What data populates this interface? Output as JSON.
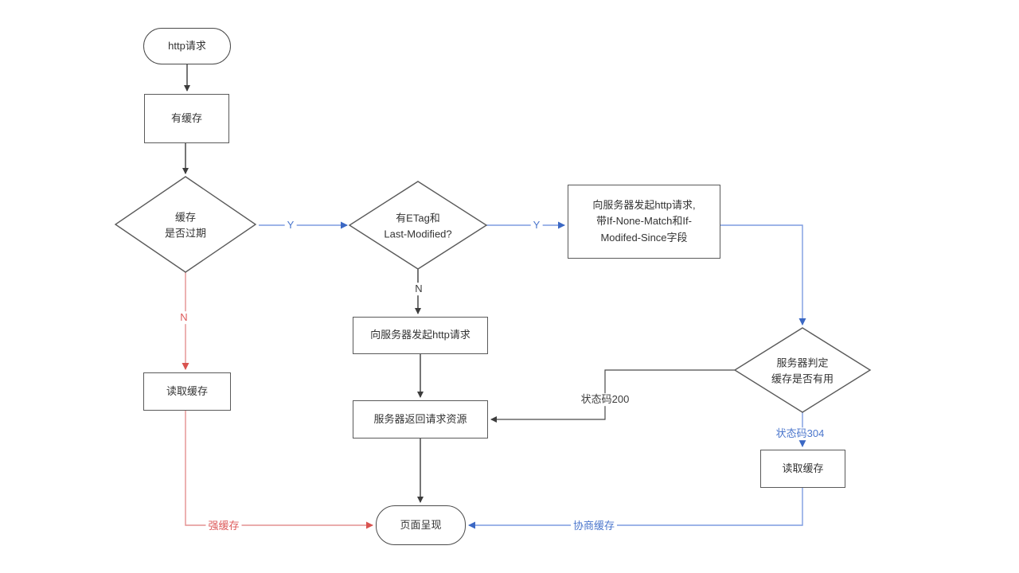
{
  "diagram": {
    "title": "http-cache-flowchart",
    "nodes": {
      "start": "http请求",
      "has_cache": "有缓存",
      "cache_expired_line1": "缓存",
      "cache_expired_line2": "是否过期",
      "etag_line1": "有ETag和",
      "etag_line2": "Last-Modified?",
      "req_with_headers_line1": "向服务器发起http请求,",
      "req_with_headers_line2": "带If-None-Match和If-",
      "req_with_headers_line3": "Modifed-Since字段",
      "req_plain": "向服务器发起http请求",
      "server_judge_line1": "服务器判定",
      "server_judge_line2": "缓存是否有用",
      "read_cache_left": "读取缓存",
      "read_cache_right": "读取缓存",
      "server_return": "服务器返回请求资源",
      "page_render": "页面呈现"
    },
    "labels": {
      "yes_to_etag": "Y",
      "yes_to_request": "Y",
      "no_red": "N",
      "no_black": "N",
      "status_200": "状态码200",
      "status_304": "状态码304",
      "strong_cache": "强缓存",
      "negotiated_cache": "协商缓存"
    },
    "colors": {
      "blue_line": "#7d9ce0",
      "blue_arrow": "#3b68c4",
      "blue_label": "#4b76cc",
      "red_line": "#e49090",
      "red_arrow": "#d9534f",
      "red_label": "#dd5a5a",
      "black_line": "#3c3c3c",
      "shape_border": "#5a5a5a",
      "shape_fill": "#ffffff",
      "text": "#333333"
    }
  }
}
